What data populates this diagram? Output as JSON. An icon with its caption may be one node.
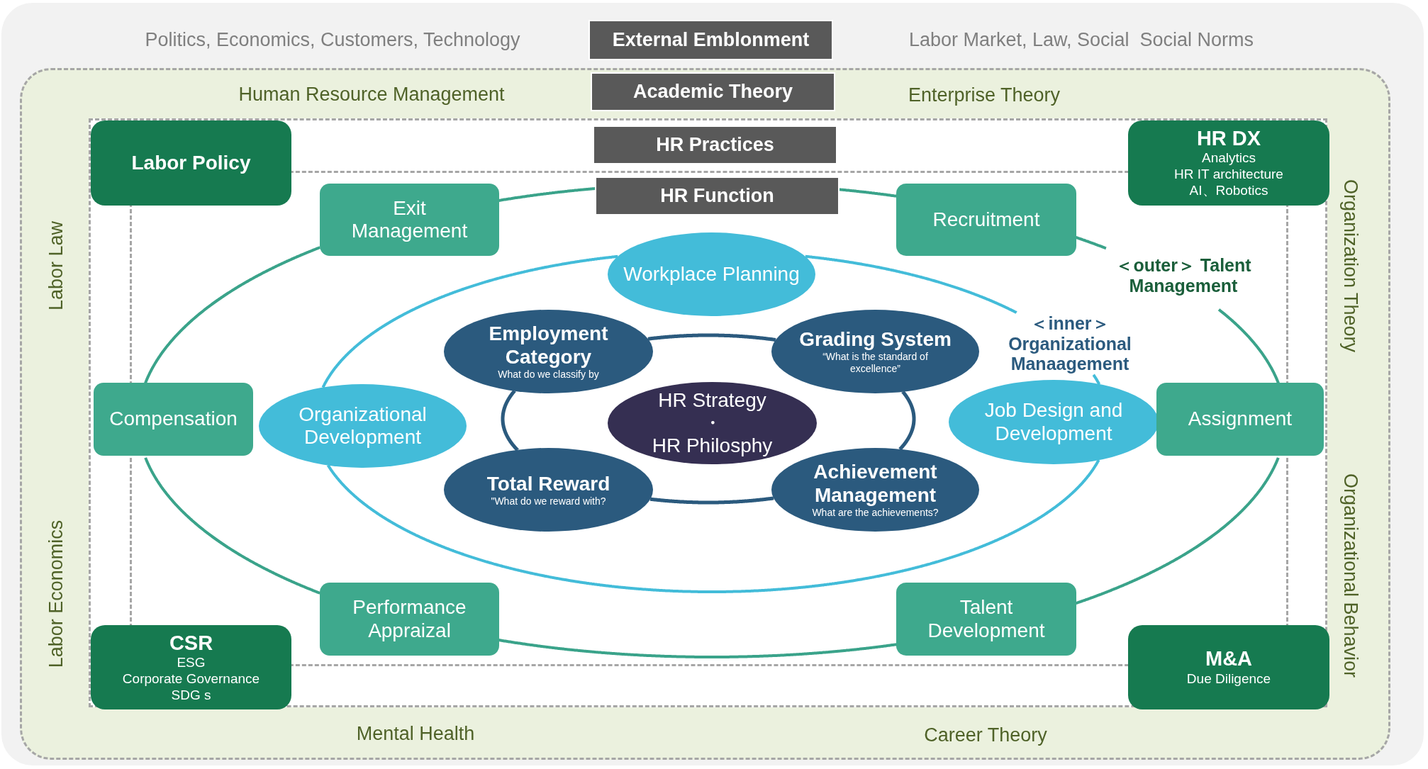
{
  "diagram": {
    "nodes": [
      {
        "text": [
          "Politics, Economics, Customers, Technology",
          "External Emblonment",
          "Labor Market, Law, Social  Social Norms"
        ]
      },
      {
        "text": [
          "Human Resource Management",
          "Academic Theory",
          "Enterprise Theory",
          "Labor Law",
          "Organization Theory",
          "Labor Economics",
          "Organizational Behavior",
          "Mental Health",
          "Career Theory"
        ],
        "in": 0
      },
      {
        "text": [
          "HR Practices"
        ],
        "in": 1
      },
      {
        "text": [
          "Labor Policy"
        ],
        "in": 2
      },
      {
        "text": [
          "HR DX",
          "Analytics",
          "HR IT architecture",
          "AI、Robotics"
        ],
        "in": 2
      },
      {
        "text": [
          "HR Function"
        ],
        "in": 2
      },
      {
        "text": [
          "Exit Management"
        ],
        "in": 5
      },
      {
        "text": [
          "Recruitment"
        ],
        "in": 5
      },
      {
        "text": [
          "Compensation"
        ],
        "in": 2
      },
      {
        "text": [
          "Assignment"
        ],
        "in": 2
      },
      {
        "text": [
          "Performance Appraizal"
        ],
        "in": 5
      },
      {
        "text": [
          "Talent Development"
        ],
        "in": 5
      },
      {
        "text": [
          "＜outer＞ Talent Management"
        ],
        "in": 5
      },
      {
        "text": [
          "Workplace Planning"
        ],
        "in": 5
      },
      {
        "text": [
          "Organizational Development"
        ],
        "in": 5
      },
      {
        "text": [
          "Job Design and Development"
        ],
        "in": 5
      },
      {
        "text": [
          "＜inner＞ Organizational Manaagement"
        ],
        "in": 5
      },
      {
        "text": [
          "Employment Category",
          "What do we classify by"
        ],
        "in": 5
      },
      {
        "text": [
          "Grading System",
          "“What is the standard of excellence”"
        ],
        "in": 5
      },
      {
        "text": [
          "HR Strategy",
          "・",
          "HR Philosphy"
        ],
        "in": 5
      },
      {
        "text": [
          "Total Reward",
          "\"What do we reward with?"
        ],
        "in": 5
      },
      {
        "text": [
          "Achievement Management",
          "What are the achievements?"
        ],
        "in": 5
      },
      {
        "text": [
          "CSR",
          "ESG",
          "Corporate Governance",
          "SDG s"
        ],
        "in": 2
      },
      {
        "text": [
          "M&A",
          "Due Diligence"
        ],
        "in": 2
      }
    ],
    "edges": [
      {
        "from": 6,
        "to": 7,
        "arrow": "none"
      },
      {
        "from": 7,
        "to": 12,
        "arrow": "none"
      },
      {
        "from": 12,
        "to": 9,
        "arrow": "none"
      },
      {
        "from": 9,
        "to": 11,
        "arrow": "none"
      },
      {
        "from": 11,
        "to": 10,
        "arrow": "none"
      },
      {
        "from": 10,
        "to": 8,
        "arrow": "none"
      },
      {
        "from": 8,
        "to": 6,
        "arrow": "none"
      },
      {
        "from": 13,
        "to": 16,
        "arrow": "none",
        "color": "#43bcd9"
      },
      {
        "from": 16,
        "to": 15,
        "arrow": "none",
        "color": "#43bcd9"
      },
      {
        "from": 15,
        "to": 14,
        "arrow": "none",
        "color": "#43bcd9"
      },
      {
        "from": 14,
        "to": 13,
        "arrow": "none",
        "color": "#43bcd9"
      },
      {
        "from": 17,
        "to": 18,
        "arrow": "none",
        "color": "#2b5a7e"
      },
      {
        "from": 18,
        "to": 21,
        "arrow": "none",
        "color": "#2b5a7e"
      },
      {
        "from": 21,
        "to": 20,
        "arrow": "none",
        "color": "#2b5a7e"
      },
      {
        "from": 20,
        "to": 17,
        "arrow": "none",
        "color": "#2b5a7e"
      }
    ]
  }
}
